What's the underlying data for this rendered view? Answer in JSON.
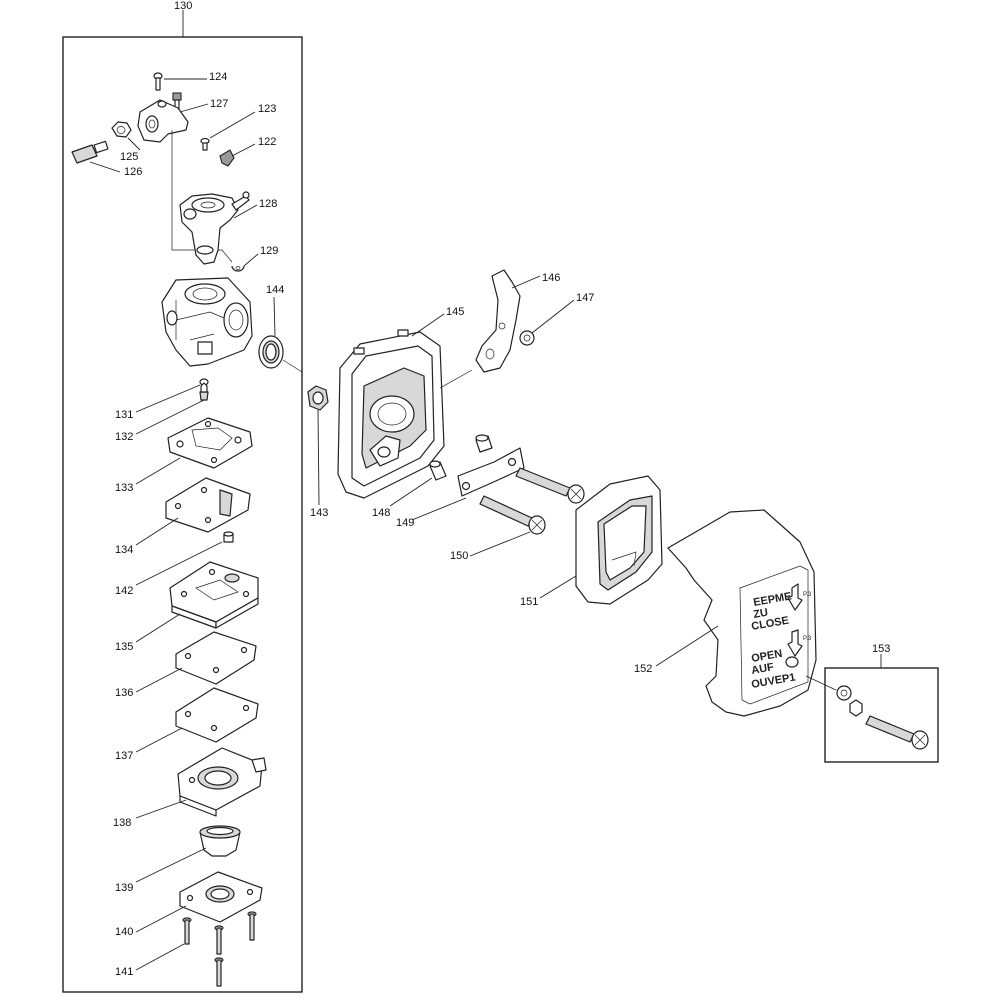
{
  "diagram": {
    "assembly_labels": {
      "carburetor": "130",
      "bolt_kit": "153"
    },
    "part_labels": {
      "p122": "122",
      "p123": "123",
      "p124": "124",
      "p125": "125",
      "p126": "126",
      "p127": "127",
      "p128": "128",
      "p129": "129",
      "p131": "131",
      "p132": "132",
      "p133": "133",
      "p134": "134",
      "p135": "135",
      "p136": "136",
      "p137": "137",
      "p138": "138",
      "p139": "139",
      "p140": "140",
      "p141": "141",
      "p142": "142",
      "p143": "143",
      "p144": "144",
      "p145": "145",
      "p146": "146",
      "p147": "147",
      "p148": "148",
      "p149": "149",
      "p150": "150",
      "p151": "151",
      "p152": "152"
    },
    "cover_text": {
      "close_line1": "EEPME",
      "close_line2": "ZU",
      "close_line3": "CLOSE",
      "open_line1": "OPEN",
      "open_line2": "AUF",
      "open_line3": "OUVEP1",
      "choke_mark": "P.3"
    }
  }
}
